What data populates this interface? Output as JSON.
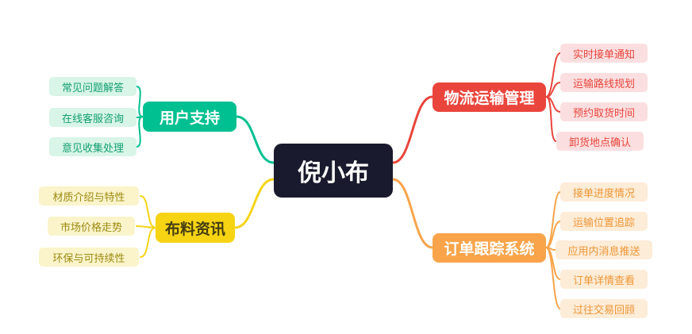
{
  "root": {
    "label": "倪小布",
    "bg": "#1a1a2e",
    "text_color": "#ffffff"
  },
  "branches": [
    {
      "id": "user-support",
      "label": "用户支持",
      "color": "#00c091",
      "text_color": "#ffffff",
      "leaf_bg": "#d8f5e7",
      "leaf_color": "#14a072",
      "children": [
        {
          "label": "常见问题解答"
        },
        {
          "label": "在线客服咨询"
        },
        {
          "label": "意见收集处理"
        }
      ]
    },
    {
      "id": "fabric-news",
      "label": "布料资讯",
      "color": "#f6d414",
      "text_color": "#443d12",
      "leaf_bg": "#fbf4cb",
      "leaf_color": "#9c8a11",
      "children": [
        {
          "label": "材质介绍与特性"
        },
        {
          "label": "市场价格走势"
        },
        {
          "label": "环保与可持续性"
        }
      ]
    },
    {
      "id": "logistics-management",
      "label": "物流运输管理",
      "color": "#e9453c",
      "text_color": "#ffffff",
      "leaf_bg": "#fbdfe0",
      "leaf_color": "#e9453c",
      "children": [
        {
          "label": "实时接单通知"
        },
        {
          "label": "运输路线规划"
        },
        {
          "label": "预约取货时间"
        },
        {
          "label": "卸货地点确认"
        }
      ]
    },
    {
      "id": "order-tracking",
      "label": "订单跟踪系统",
      "color": "#f9a44a",
      "text_color": "#ffffff",
      "leaf_bg": "#fdecd7",
      "leaf_color": "#ef9636",
      "children": [
        {
          "label": "接单进度情况"
        },
        {
          "label": "运输位置追踪"
        },
        {
          "label": "应用内消息推送"
        },
        {
          "label": "订单详情查看"
        },
        {
          "label": "过往交易回顾"
        }
      ]
    }
  ]
}
